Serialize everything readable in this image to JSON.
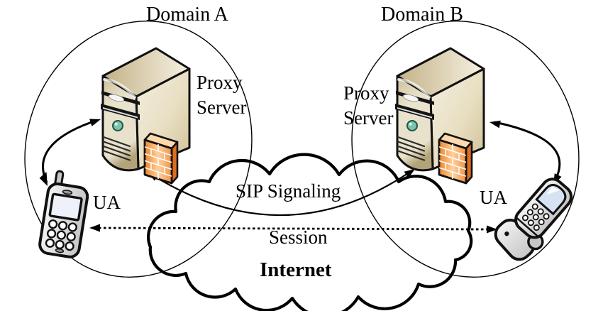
{
  "labels": {
    "domain_a": "Domain A",
    "domain_b": "Domain B",
    "proxy_server_a": "Proxy Server",
    "proxy_server_b": "Proxy Server",
    "ua_a": "UA",
    "ua_b": "UA",
    "sip_signaling": "SIP Signaling",
    "session": "Session",
    "internet": "Internet"
  },
  "icons": {
    "proxy_server_a": "server-tower-with-firewall",
    "proxy_server_b": "server-tower-with-firewall",
    "ua_a": "mobile-phone",
    "ua_b": "flip-phone",
    "internet": "cloud"
  },
  "connections": {
    "sip_signaling": {
      "label": "SIP Signaling",
      "from": "proxy_server_a",
      "to": "proxy_server_b",
      "style": "solid curve, arrowheads both ends"
    },
    "session": {
      "label": "Session",
      "from": "ua_a",
      "to": "ua_b",
      "style": "dashed line, arrowheads both ends"
    },
    "domain_a_loop": {
      "from": "ua_a",
      "to": "proxy_server_a",
      "style": "solid curve, arrowheads both ends"
    },
    "domain_b_loop": {
      "from": "ua_b",
      "to": "proxy_server_b",
      "style": "solid curve, arrowheads both ends"
    }
  },
  "colors": {
    "outline": "#000000",
    "server_beige": "#e6ddc3",
    "server_shadow": "#b3a379",
    "firewall_orange": "#ee8428",
    "firewall_highlight": "#ffd1a0",
    "power_button_teal": "#7cc4ab",
    "phone_gray": "#d9d9d9",
    "screen_blue": "#d7e3f3",
    "background": "#ffffff"
  }
}
